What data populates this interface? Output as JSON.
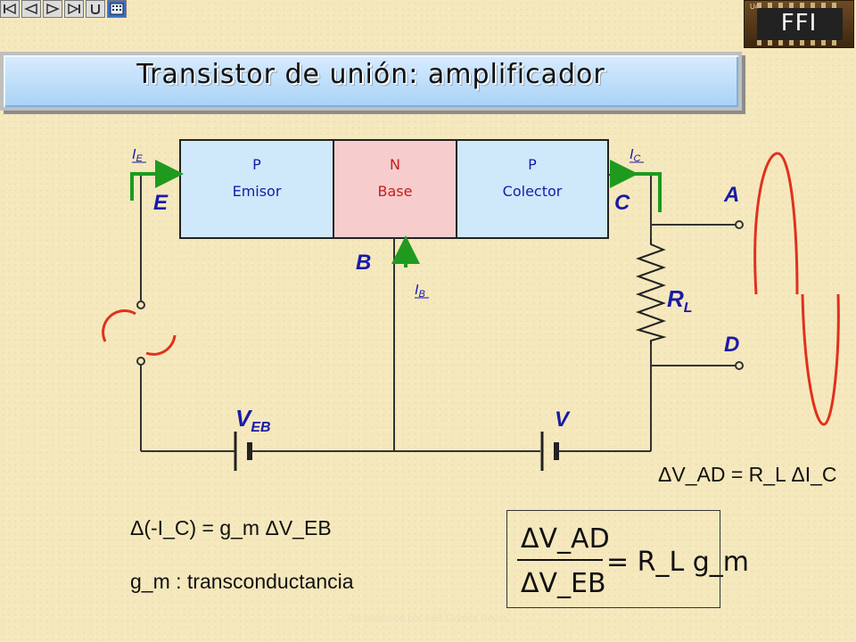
{
  "nav": {
    "buttons": [
      {
        "name": "first-slide",
        "glyph": "|◀"
      },
      {
        "name": "previous-slide",
        "glyph": "◀"
      },
      {
        "name": "next-slide",
        "glyph": "▶"
      },
      {
        "name": "last-slide",
        "glyph": "▶|"
      },
      {
        "name": "return",
        "glyph": "U"
      },
      {
        "name": "menu",
        "glyph": ""
      }
    ]
  },
  "logo": {
    "text": "FFI",
    "chip_label": "U4"
  },
  "title": "Transistor de unión: amplificador",
  "regions": [
    {
      "type": "P",
      "name": "Emisor",
      "color": "#cfe9fb"
    },
    {
      "type": "N",
      "name": "Base",
      "color": "#f7cccc"
    },
    {
      "type": "P",
      "name": "Colector",
      "color": "#cfe9fb"
    }
  ],
  "labels": {
    "emitter": "E",
    "collector": "C",
    "base": "B",
    "terminal_a": "A",
    "terminal_d": "D",
    "current_emitter": {
      "main": "I",
      "sub": "E"
    },
    "current_collector": {
      "main": "I",
      "sub": "C"
    },
    "current_base": {
      "main": "I",
      "sub": "B"
    },
    "resistor": {
      "main": "R",
      "sub": "L"
    },
    "source_eb": {
      "main": "V",
      "sub": "EB"
    },
    "source_v": "V"
  },
  "equations": {
    "output_voltage": "ΔV_AD = R_L ΔI_C",
    "collector_current": "Δ(-I_C) = g_m ΔV_EB",
    "gm_definition": "g_m : transconductancia",
    "gain_numerator": "ΔV_AD",
    "gain_denominator": "ΔV_EB",
    "gain_result": "= R_L g_m"
  },
  "footer": "Presentación por Inés Gómez Hoyos",
  "colors": {
    "wire": "#333333",
    "arrow": "#1f9a1f",
    "signal": "#e0311d",
    "label_blue": "#1a1aa6"
  }
}
